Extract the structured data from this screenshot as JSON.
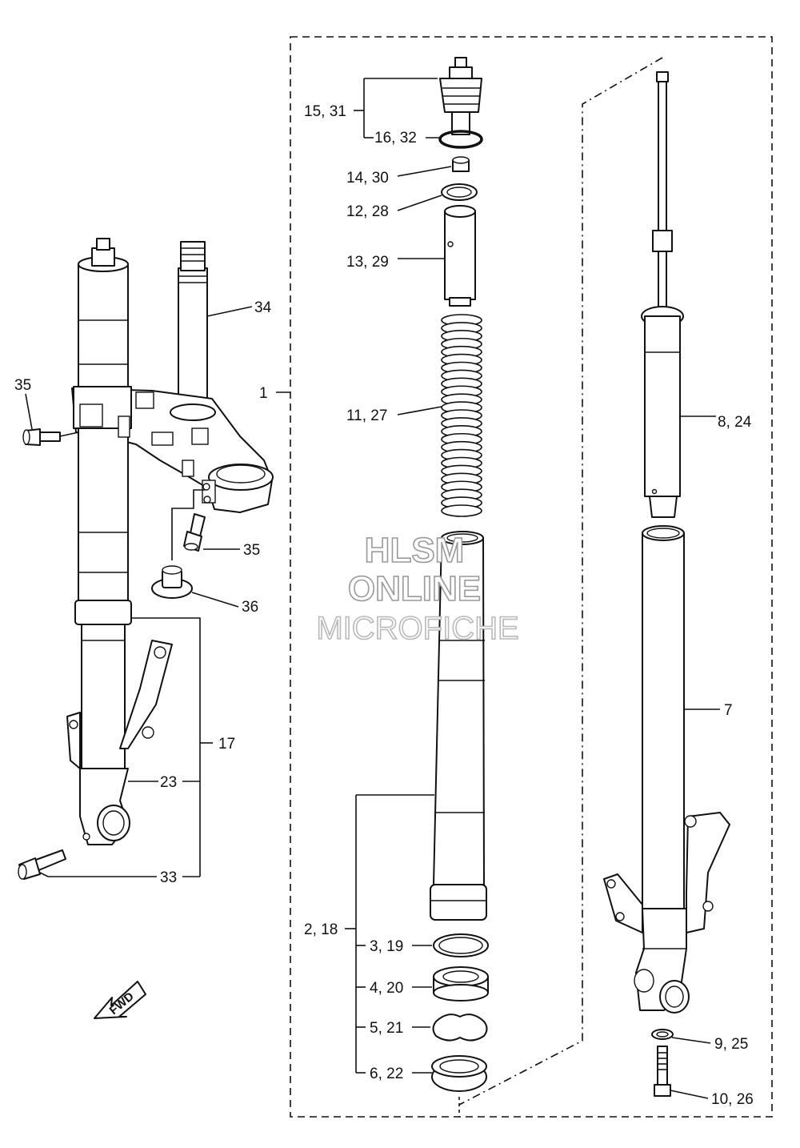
{
  "labels": {
    "l1": "1",
    "l2_18": "2, 18",
    "l3_19": "3, 19",
    "l4_20": "4, 20",
    "l5_21": "5, 21",
    "l6_22": "6, 22",
    "l7": "7",
    "l8_24": "8, 24",
    "l9_25": "9, 25",
    "l10_26": "10, 26",
    "l11_27": "11, 27",
    "l12_28": "12, 28",
    "l13_29": "13, 29",
    "l14_30": "14, 30",
    "l15_31": "15, 31",
    "l16_32": "16, 32",
    "l17": "17",
    "l23": "23",
    "l33": "33",
    "l34": "34",
    "l35a": "35",
    "l35b": "35",
    "l36": "36"
  },
  "fwd_arrow": "FWD",
  "watermark": {
    "line1": "HLSM",
    "line2": "ONLINE",
    "line3": "MICROFICHE"
  }
}
